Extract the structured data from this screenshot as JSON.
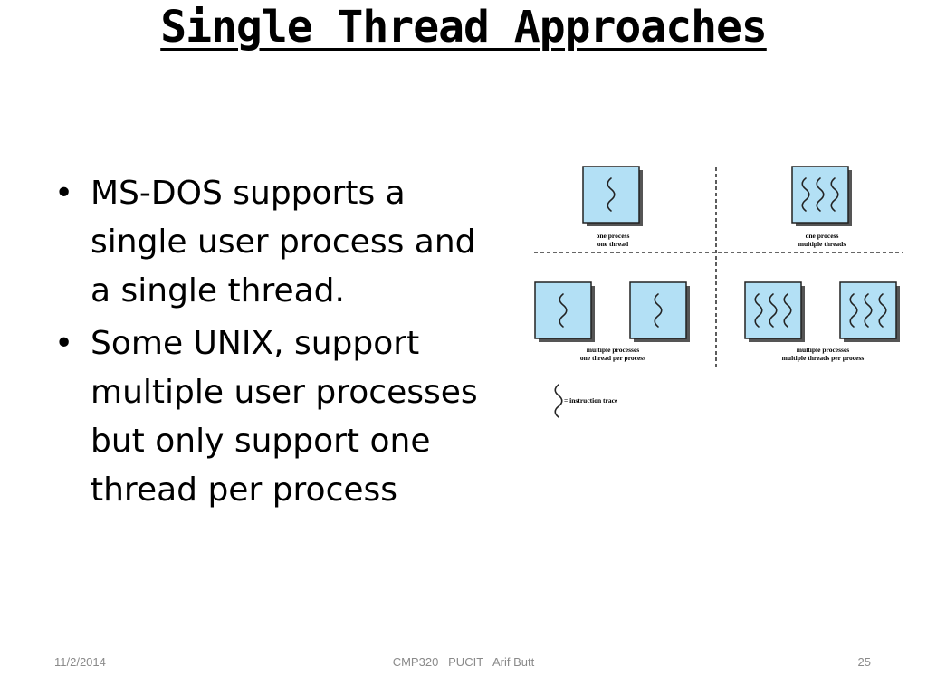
{
  "slide": {
    "title": "Single Thread Approaches",
    "bullets": [
      {
        "marker": "•",
        "text": "MS-DOS supports a single user process and a single thread."
      },
      {
        "marker": "•",
        "text": "Some UNIX, support multiple user processes but only support one thread per process"
      }
    ]
  },
  "diagram": {
    "quadrants": [
      {
        "line1": "one process",
        "line2": "one thread"
      },
      {
        "line1": "one process",
        "line2": "multiple threads"
      },
      {
        "line1": "multiple processes",
        "line2": "one thread per process"
      },
      {
        "line1": "multiple processes",
        "line2": "multiple threads per process"
      }
    ],
    "legend": "= instruction trace",
    "box_fill": "#b3e0f5"
  },
  "footer": {
    "date": "11/2/2014",
    "center": "CMP320   PUCIT   Arif Butt",
    "page": "25"
  }
}
